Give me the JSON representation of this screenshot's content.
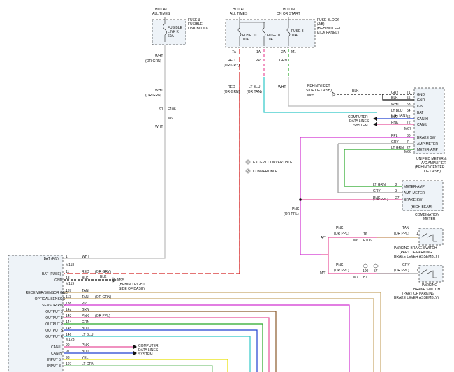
{
  "colors": {
    "red": "#d42020",
    "pink": "#e8509a",
    "green": "#28a828",
    "lightblue": "#2fc8c8",
    "gray": "#9a9a9a",
    "magenta": "#d030d0",
    "yellow": "#e8e000",
    "brown": "#8b5a2b",
    "blue": "#2040d0",
    "tan": "#c8a86a",
    "ltgreen": "#80c880",
    "black": "#111111",
    "white": "#bbbbbb"
  },
  "top": {
    "hot_all_1": [
      "HOT AT",
      "ALL TIMES"
    ],
    "hot_all_2": [
      "HOT AT",
      "ALL TIMES"
    ],
    "hot_run": [
      "HOT IN",
      "ON OR START"
    ],
    "fusible": [
      "FUSE &",
      "FUSIBLE",
      "LINK BLOCK"
    ],
    "fusible_link": [
      "FUSIBLE",
      "LINK K",
      "60A"
    ],
    "fuse_block": [
      "FUSE BLOCK",
      "(J/B)",
      "(BEHIND LEFT",
      "KICK PANEL)"
    ],
    "fuse10": [
      "FUSE 10",
      "10A"
    ],
    "fuse11": [
      "FUSE 11",
      "10A"
    ],
    "fuse3": [
      "FUSE 3",
      "10A"
    ],
    "pins": {
      "p7a": "7A",
      "p1a": "1A",
      "p2a": "2A",
      "m1": "M1"
    },
    "wht_labels": [
      "WHT",
      "(OR GRN)",
      "WHT",
      "(OR GRN)",
      "WHT"
    ],
    "e106": "E106",
    "m6": "M6",
    "n91": "91",
    "red_top": [
      "RED",
      "(OR GRY)"
    ],
    "ppl_top": "PPL",
    "grn_top": "GRN",
    "red_mid": [
      "RED",
      "(OR GRN)"
    ],
    "ltblu_mid": [
      "LT BLU",
      "(OR TAN)"
    ],
    "wht_mid": "WHT"
  },
  "gnd_note": {
    "lines": [
      "BEHIND LEFT",
      "SIDE OF DASH)"
    ],
    "m65": "M65",
    "blk": "BLK"
  },
  "meter": {
    "title": [
      "UNIFIED METER &",
      "A/C AMPLIFIER",
      "(BEHIND CENTER",
      "OF DASH)"
    ],
    "pins": [
      "GND",
      "GND",
      "IGN",
      "BAT",
      "CAN-H",
      "CAN-L",
      "BRAKE SW",
      "AMP-METER",
      "METER-AMP"
    ],
    "wires": [
      "GRY",
      "BLK",
      "WHT",
      "LT BLU",
      "BLU",
      "PNK",
      "PPL",
      "GRY",
      "LT GRN"
    ],
    "nums": [
      "71",
      "55",
      "53",
      "54",
      "56",
      "72",
      "30",
      "7",
      "27"
    ],
    "or": [
      "",
      "",
      "",
      "(OR TAN)",
      "",
      "",
      "",
      "",
      ""
    ],
    "m67": "M67",
    "m66": "M66",
    "comp": [
      "COMPUTER",
      "DATA LINES",
      "SYSTEM"
    ]
  },
  "notes": [
    "1",
    "EXCEPT CONVERTIBLE",
    "2",
    "CONVERTIBLE"
  ],
  "combo": {
    "pins": [
      "METER-AMP",
      "AMP-METER",
      "BRAKE SW"
    ],
    "wires": [
      "LT GRN",
      "GRY",
      "PNK"
    ],
    "or": [
      "",
      "",
      "(OR PPL)"
    ],
    "nums": [
      "2",
      "3",
      "27"
    ],
    "hb": "(HIGH BEAM)",
    "title": [
      "COMBINATION",
      "METER"
    ],
    "pnk_left": [
      "PNK",
      "(OR PPL)"
    ]
  },
  "brake": {
    "at": "A/T",
    "mt": "M/T",
    "at_wire": [
      "PNK",
      "(OR PPL)"
    ],
    "at_nums": [
      "16",
      "M6",
      "E106"
    ],
    "at_tan": [
      "TAN",
      "(OR PPL)"
    ],
    "at_pin": "1",
    "at_title": [
      "PARKING BRAKE SWITCH",
      "(PART OF PARKING",
      "BRAKE LEVER ASSEMBLY)"
    ],
    "mt_wire": [
      "PNK",
      "(OR PPL)"
    ],
    "mt_nums": [
      "100",
      "57",
      "M7",
      "B1"
    ],
    "mt_gry": [
      "GRY",
      "(OR PPL)"
    ],
    "mt_pin": "1",
    "mt_title": [
      "PARKING",
      "BRAKE SWITCH",
      "(PART OF PARKING",
      "BRAKE LEVER ASSEMBLY)"
    ]
  },
  "bcm": {
    "pins": [
      "BAT (F/L)",
      "BAT (FUSE)",
      "GND",
      "RECEIVER/SENSOR GND",
      "OPTICAL SENSOR",
      "SENSOR PWR",
      "OUTPUT 5",
      "OUTPUT 1",
      "OUTPUT 2",
      "OUTPUT 3",
      "OUTPUT 4",
      "CAN-L",
      "CAN-H",
      "INPUT 5",
      "INPUT 3"
    ],
    "nums": [
      "1",
      "11",
      "13",
      "137",
      "113",
      "138",
      "142",
      "143",
      "144",
      "145",
      "146",
      "90",
      "91",
      "98",
      "107"
    ],
    "wires": [
      "WHT",
      "RED",
      "BLK",
      "TAN",
      "TAN",
      "PPL",
      "BRN",
      "PNK",
      "GRN",
      "BLU",
      "LT BLU",
      "PNK",
      "BLU",
      "YEL",
      "LT GRN"
    ],
    "or": [
      "",
      "(OR GRY)",
      "",
      "",
      "(OR GRN)",
      "",
      "",
      "(OR PPL)",
      "",
      "",
      "",
      "",
      "",
      "",
      ""
    ],
    "m118": "M118",
    "m119": "M119",
    "m123": "M123",
    "m95": "M95",
    "m95_note": [
      "(BEHIND RIGHT",
      "SIDE OF DASH)"
    ],
    "blk": "BLK",
    "comp": [
      "COMPUTER",
      "DATA LINES",
      "SYSTEM"
    ]
  }
}
